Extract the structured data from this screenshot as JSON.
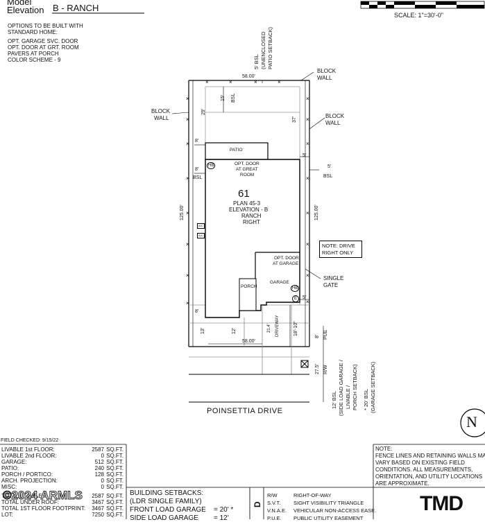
{
  "header": {
    "model_label": "Model",
    "elevation_label": "Elevation",
    "elevation_value": "B - RANCH",
    "scale": "SCALE:  1\"=30'-0\""
  },
  "options": {
    "intro_line1": "OPTIONS TO BE BUILT WITH",
    "intro_line2": "STANDARD HOME:",
    "items": [
      "OPT. GARAGE SVC. DOOR",
      "OPT. DOOR AT GRT. ROOM",
      "PAVERS AT PORCH",
      "COLOR SCHEME  -  9"
    ]
  },
  "plan": {
    "lot_number": "61",
    "plan_name": "PLAN 45-3",
    "elevation": "ELEVATION - B",
    "style": "RANCH",
    "hand": "RIGHT",
    "opt_door_great_room_1": "OPT. DOOR",
    "opt_door_great_room_2": "AT GREAT",
    "opt_door_great_room_3": "ROOM",
    "opt_door_garage_1": "OPT. DOOR",
    "opt_door_garage_2": "AT GARAGE",
    "patio": "PATIO",
    "porch": "PORCH",
    "garage": "GARAGE",
    "hb": "HB",
    "e": "E",
    "ac": "A/C",
    "driveway": "DRIVEWAY",
    "drive_width": "21.4'",
    "street": "POINSETTIA DRIVE"
  },
  "dimensions": {
    "top_width": "58.00'",
    "bottom_width": "58.00'",
    "left_depth": "125.00'",
    "right_depth": "125.00'",
    "rear_15": "15'",
    "rear_bsl": "BSL",
    "rear_29": "29'",
    "rear_37": "37'",
    "side_8_patio": "8'",
    "side_8_house": "8'",
    "side_bsl_left": "BSL",
    "side_5_top": "5'",
    "side_5_right": "5'",
    "side_bsl_right": "BSL",
    "side_5_bottom": "5'",
    "front_8": "8'",
    "front_13": "13'",
    "front_12": "12'",
    "garage_depth": "18'-10\"",
    "pue_8": "8'",
    "pue": "PUE",
    "rw_275": "27.5'",
    "rw": "R/W"
  },
  "callouts": {
    "block_wall_top_1": "BLOCK",
    "block_wall_top_2": "WALL",
    "block_wall_left_1": "BLOCK",
    "block_wall_left_2": "WALL",
    "block_wall_right_1": "BLOCK",
    "block_wall_right_2": "WALL",
    "patio_setback_1": "5' BSL",
    "patio_setback_2": "(UNENCLOSED",
    "patio_setback_3": "PATIO SETBACK)",
    "note_drive_1": "NOTE: DRIVE",
    "note_drive_2": "RIGHT ONLY",
    "single_gate_1": "SINGLE",
    "single_gate_2": "GATE",
    "side_load_1": "12' BSL",
    "side_load_2": "(SIDE LOAD GARAGE /",
    "side_load_3": "LIVABLE /",
    "side_load_4": "PORCH SETBACK)",
    "garage_setback_1": "* 20' BSL",
    "garage_setback_2": "(GARAGE SETBACK)"
  },
  "field_checked": "FIELD CHECKED: 9/15/22",
  "areas": [
    {
      "label": "LIVABLE 1st FLOOR:",
      "value": "2587",
      "unit": "SQ.FT."
    },
    {
      "label": "LIVABLE 2nd FLOOR:",
      "value": "0",
      "unit": "SQ.FT."
    },
    {
      "label": "GARAGE:",
      "value": "512",
      "unit": "SQ.FT."
    },
    {
      "label": "PATIO:",
      "value": "240",
      "unit": "SQ.FT."
    },
    {
      "label": "PORCH / PORTICO:",
      "value": "128",
      "unit": "SQ.FT."
    },
    {
      "label": "ARCH. PROJECTION:",
      "value": "0",
      "unit": "SQ.FT."
    },
    {
      "label": "MISC:",
      "value": "0",
      "unit": "SQ.FT."
    },
    {
      "label": "TOTAL LIVABLE:",
      "value": "2587",
      "unit": "SQ.FT."
    },
    {
      "label": "TOTAL UNDER ROOF:",
      "value": "3467",
      "unit": "SQ.FT."
    },
    {
      "label": "TOTAL 1ST FLOOR FOOTPRINT:",
      "value": "3467",
      "unit": "SQ.FT."
    },
    {
      "label": "LOT:",
      "value": "7250",
      "unit": "SQ.FT."
    }
  ],
  "watermark": "©2024 ARMLS",
  "setbacks": {
    "title": "BUILDING SETBACKS:",
    "subtitle": "(LDR SINGLE FAMILY)",
    "front_garage_label": "FRONT LOAD GARAGE",
    "front_garage_value": "= 20' *",
    "side_garage_label": "SIDE LOAD GARAGE",
    "side_garage_value": "= 12'"
  },
  "legend_letter": "D",
  "abbrev": [
    {
      "k": "R/W",
      "v": "RIGHT-OF-WAY"
    },
    {
      "k": "S.V.T.",
      "v": "SIGHT VISIBILITY TRIANGLE"
    },
    {
      "k": "V.N.A.E.",
      "v": "VEHICULAR NON-ACCESS EASE."
    },
    {
      "k": "P.U.E.",
      "v": "PUBLIC UTILITY EASEMENT"
    }
  ],
  "note": {
    "l1": "NOTE:",
    "l2": "FENCE LINES AND RETAINING WALLS MAY",
    "l3": "VARY BASED ON EXISTING FIELD",
    "l4": "CONDITIONS.  ALL MEASUREMENTS,",
    "l5": "ORIENTATION, AND UTILITY LOCATIONS",
    "l6": "ARE APPROXIMATE."
  },
  "logo": "TMD",
  "north": "N"
}
